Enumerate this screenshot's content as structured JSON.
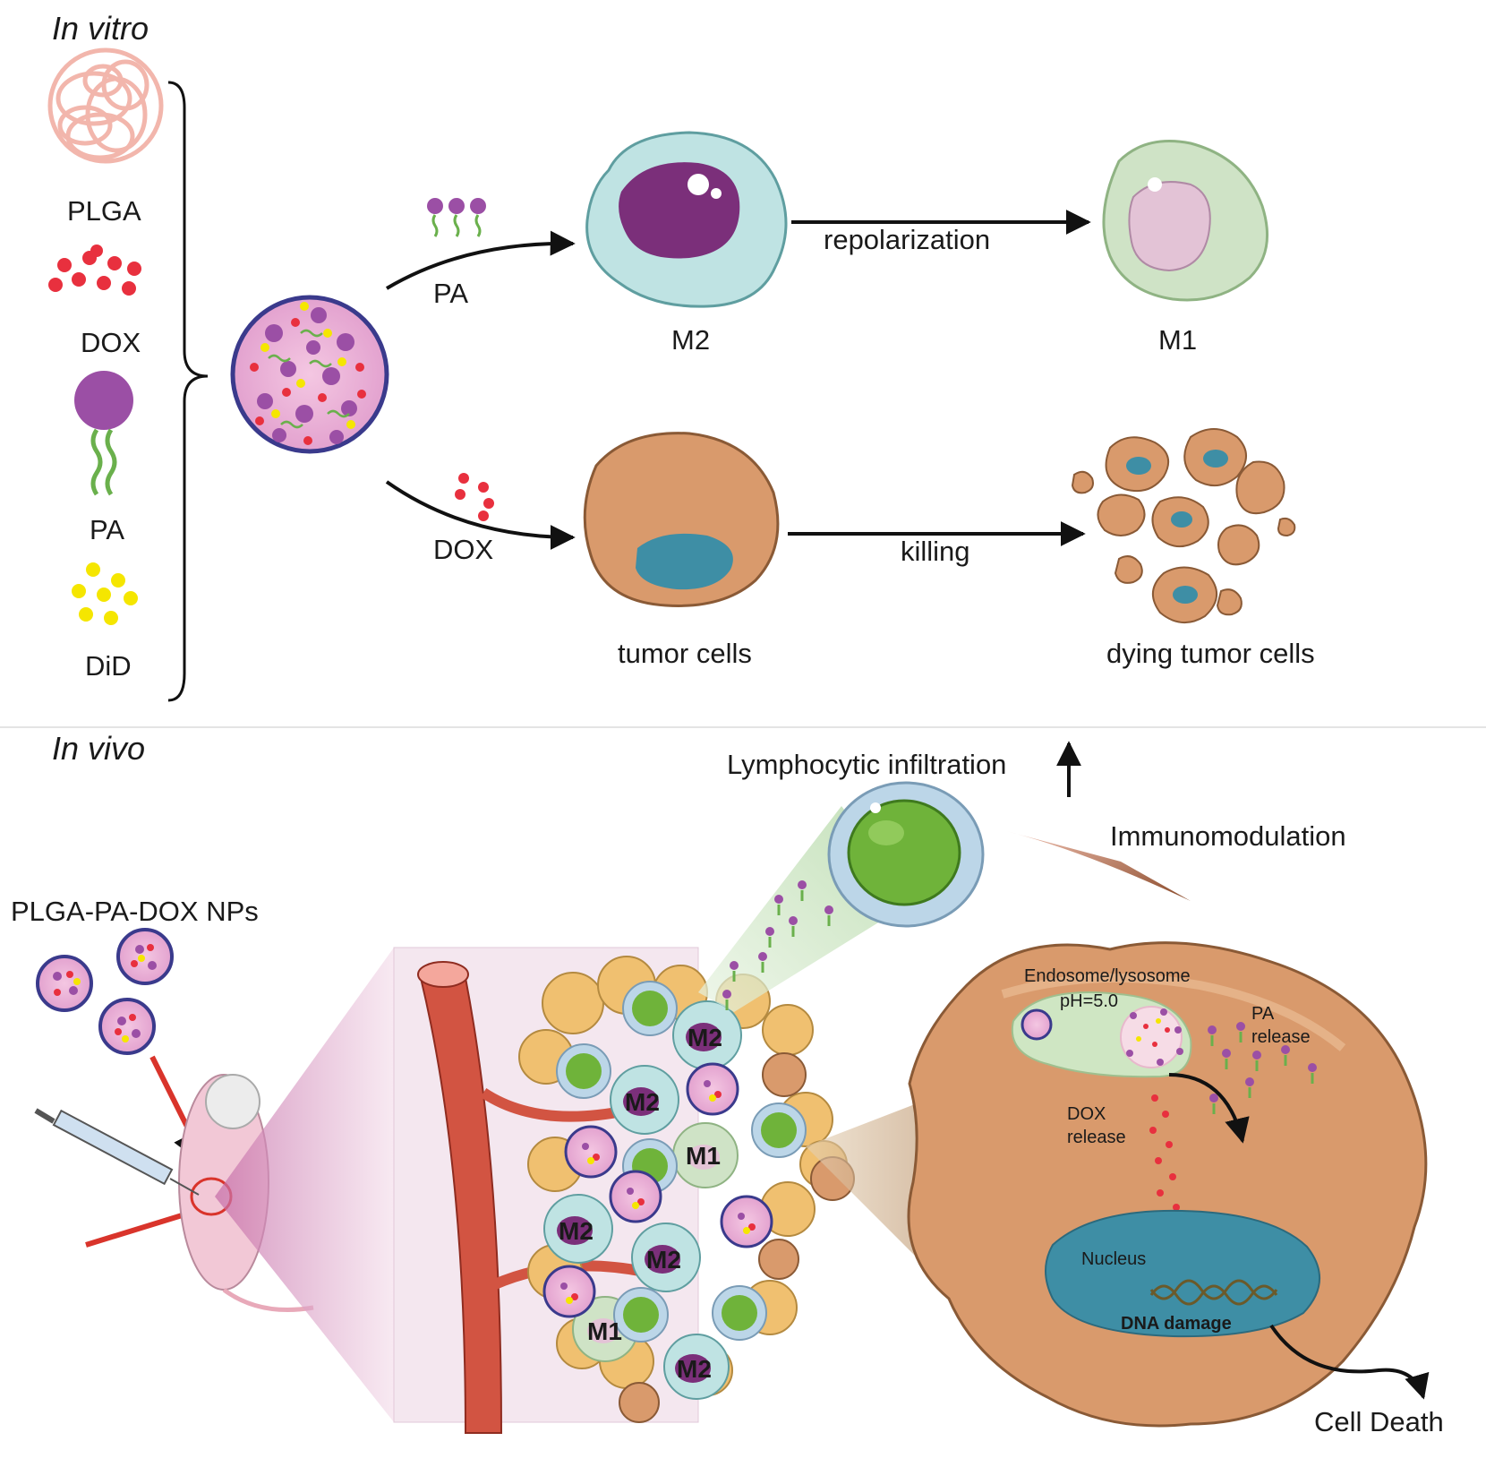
{
  "sections": {
    "in_vitro": "In vitro",
    "in_vivo": "In vivo"
  },
  "components": {
    "plga": "PLGA",
    "dox": "DOX",
    "pa": "PA",
    "did": "DiD"
  },
  "in_vitro_flow": {
    "pa_arrow": "PA",
    "dox_arrow": "DOX",
    "m2": "M2",
    "m1": "M1",
    "repolarization": "repolarization",
    "tumor_cells": "tumor cells",
    "killing": "killing",
    "dying_tumor_cells": "dying tumor cells"
  },
  "in_vivo_flow": {
    "nps": "PLGA-PA-DOX NPs",
    "lymphocytic": "Lymphocytic infiltration",
    "immunomodulation": "Immunomodulation",
    "tumor_labels": {
      "m2": "M2",
      "m1": "M1"
    },
    "cell": {
      "endosome": "Endosome/lysosome",
      "ph": "pH=5.0",
      "pa_release_1": "PA",
      "pa_release_2": "release",
      "dox_release_1": "DOX",
      "dox_release_2": "release",
      "nucleus": "Nucleus",
      "dna_damage": "DNA damage",
      "cell_death": "Cell Death"
    }
  },
  "colors": {
    "np_fill": "#e8a8d0",
    "np_border": "#3a3a8c",
    "dox_red": "#e8303e",
    "pa_purple": "#9b4fa5",
    "pa_green": "#6ab04c",
    "did_yellow": "#f5e600",
    "m2_cyan": "#bfe3e3",
    "m1_green": "#cfe3c6",
    "tumor_orange": "#d99a6c",
    "nucleus_teal": "#3e8ea5"
  }
}
